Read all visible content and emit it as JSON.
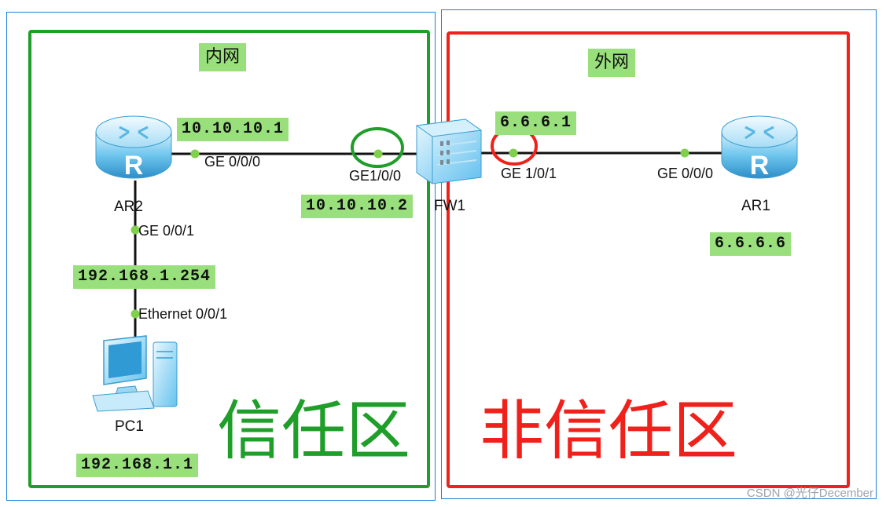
{
  "zones": {
    "inside": {
      "label": "内网",
      "big_label": "信任区",
      "color": "#1f9e2a"
    },
    "outside": {
      "label": "外网",
      "big_label": "非信任区",
      "color": "#f0201a"
    }
  },
  "devices": {
    "ar2": {
      "label": "AR2",
      "ports": {
        "ge000": "GE 0/0/0",
        "ge001": "GE 0/0/1"
      },
      "ip_top": "10.10.10.1",
      "ip_bottom": "192.168.1.254"
    },
    "fw1": {
      "label": "FW1",
      "ports": {
        "ge100": "GE1/0/0",
        "ge101": "GE 1/0/1"
      },
      "ip_inside": "10.10.10.2",
      "ip_outside": "6.6.6.1"
    },
    "ar1": {
      "label": "AR1",
      "ports": {
        "ge000": "GE 0/0/0"
      },
      "ip": "6.6.6.6"
    },
    "pc1": {
      "label": "PC1",
      "port": "Ethernet 0/0/1",
      "ip": "192.168.1.1"
    }
  },
  "colors": {
    "link": "#111111",
    "port_dot": "#7fd04a",
    "frame_blue": "#1e7fd6",
    "tag_bg": "#99e07d"
  },
  "watermark": "CSDN @光仔December"
}
